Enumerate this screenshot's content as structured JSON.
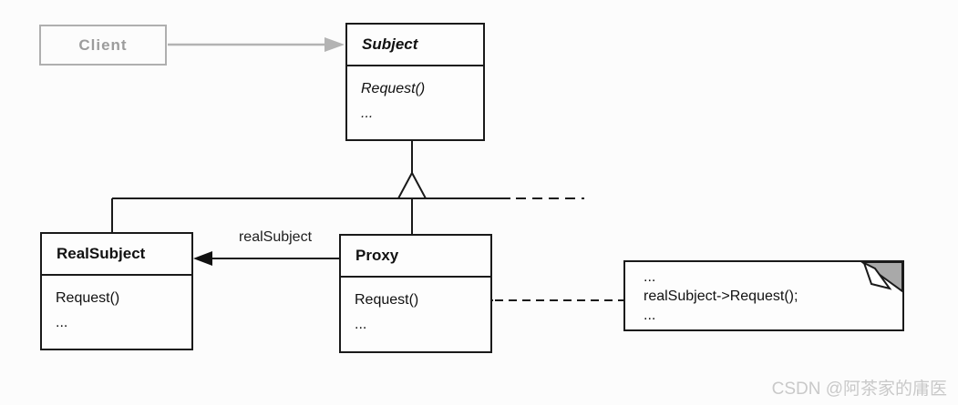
{
  "diagram": {
    "classes": {
      "client": {
        "name": "Client"
      },
      "subject": {
        "name": "Subject",
        "methods": [
          "Request()",
          "..."
        ]
      },
      "real_subject": {
        "name": "RealSubject",
        "methods": [
          "Request()",
          "..."
        ]
      },
      "proxy": {
        "name": "Proxy",
        "methods": [
          "Request()",
          "..."
        ]
      }
    },
    "associations": {
      "proxy_to_real_subject_label": "realSubject"
    },
    "note": {
      "lines": [
        "...",
        "realSubject->Request();",
        "..."
      ]
    },
    "watermark": "CSDN @阿茶家的庸医",
    "colors": {
      "stroke": "#1a1a1a",
      "gray_link": "#b3b3b3",
      "note_fold": "#a9a9a9",
      "watermark": "#c9c9c9",
      "background": "#fcfcfc"
    }
  }
}
